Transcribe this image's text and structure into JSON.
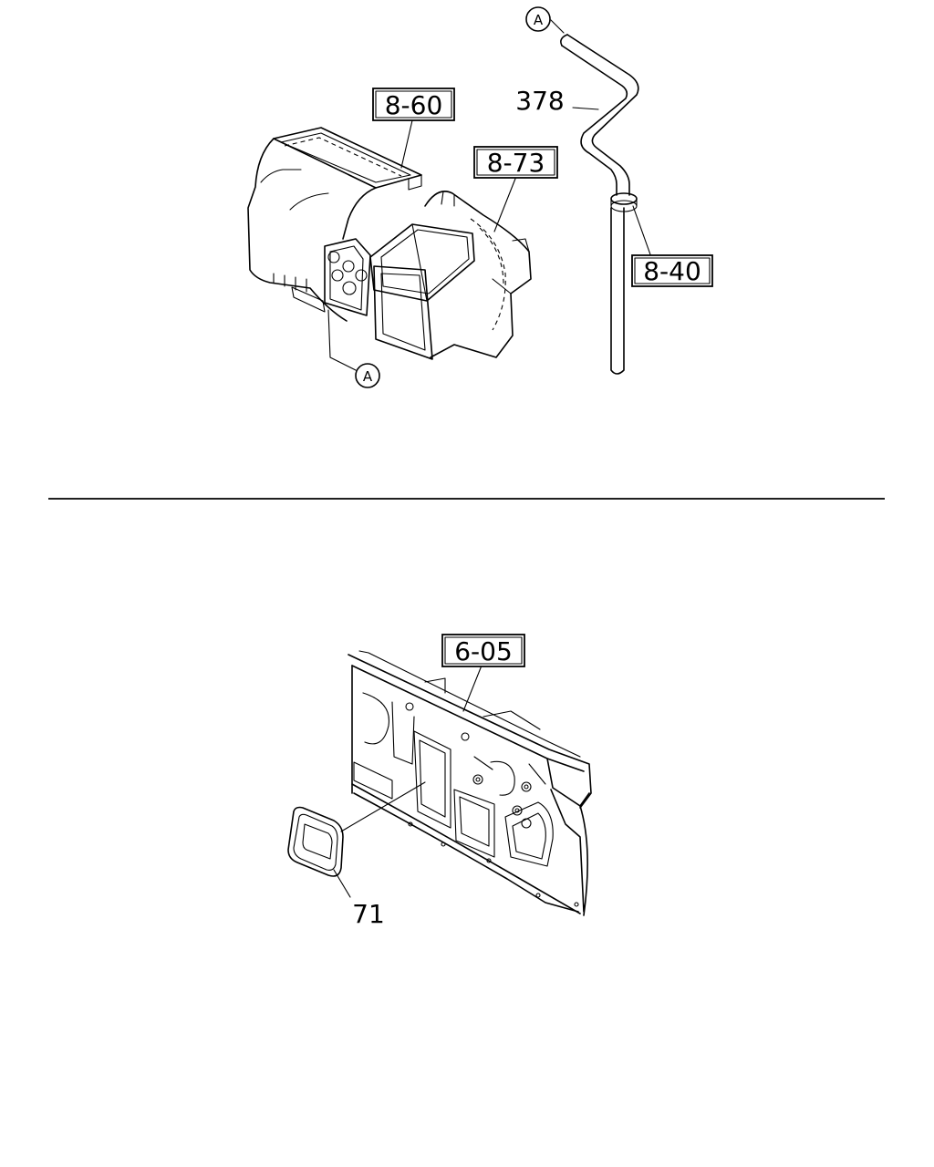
{
  "callouts": {
    "ref_8_60": "8-60",
    "ref_8_73": "8-73",
    "ref_8_40": "8-40",
    "ref_6_05": "6-05",
    "part_378": "378",
    "part_71": "71",
    "connector_a_top": "A",
    "connector_a_bottom": "A"
  }
}
